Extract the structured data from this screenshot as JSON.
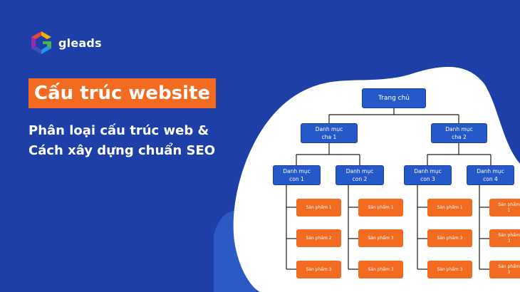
{
  "brand": {
    "name": "gleads"
  },
  "title": "Cấu trúc website",
  "subtitle": {
    "line1": "Phân loại cấu trúc web &",
    "line2": "Cách xây dựng chuẩn SEO"
  },
  "colors": {
    "background": "#1f3fa8",
    "accent": "#f26b21",
    "node_blue": "#2558c9",
    "panel": "#ffffff"
  },
  "diagram": {
    "root": "Trang chủ",
    "cat1": "Danh mục\ncha 1",
    "cat2": "Danh mục\ncha 2",
    "sub1": "Danh mục\ncon 1",
    "sub2": "Danh mục\ncon 2",
    "sub3": "Danh mục\ncon 3",
    "sub4": "Danh mục\ncon 4",
    "product1": "Sản phẩm 1",
    "product2": "Sản phẩm 2",
    "product3": "Sản phẩm 3"
  }
}
